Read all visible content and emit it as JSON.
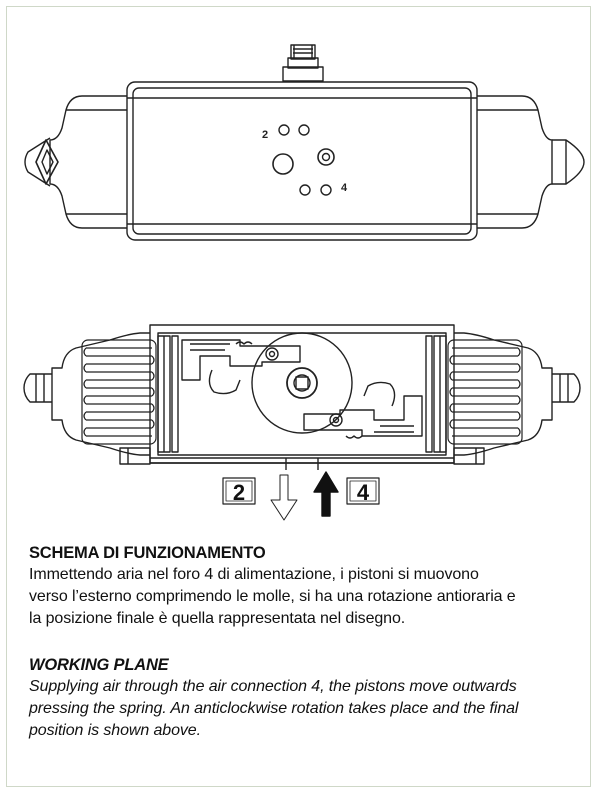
{
  "top_view": {
    "port_label_2": "2",
    "port_label_4": "4"
  },
  "section_view": {
    "arrow_label_left": "2",
    "arrow_label_right": "4"
  },
  "italian": {
    "heading": "SCHEMA DI FUNZIONAMENTO",
    "lines": [
      "Immettendo aria nel foro 4 di alimentazione, i pistoni si muovono",
      "verso l’esterno comprimendo le molle, si ha una rotazione antioraria e",
      "la posizione finale è quella rappresentata nel disegno."
    ]
  },
  "english": {
    "heading": "WORKING PLANE",
    "lines": [
      "Supplying air through the air connection 4, the pistons move outwards",
      "pressing the spring. An anticlockwise rotation takes place and the final",
      "position is shown above."
    ]
  },
  "colors": {
    "line": "#222222",
    "frame": "#cfd8c8"
  }
}
